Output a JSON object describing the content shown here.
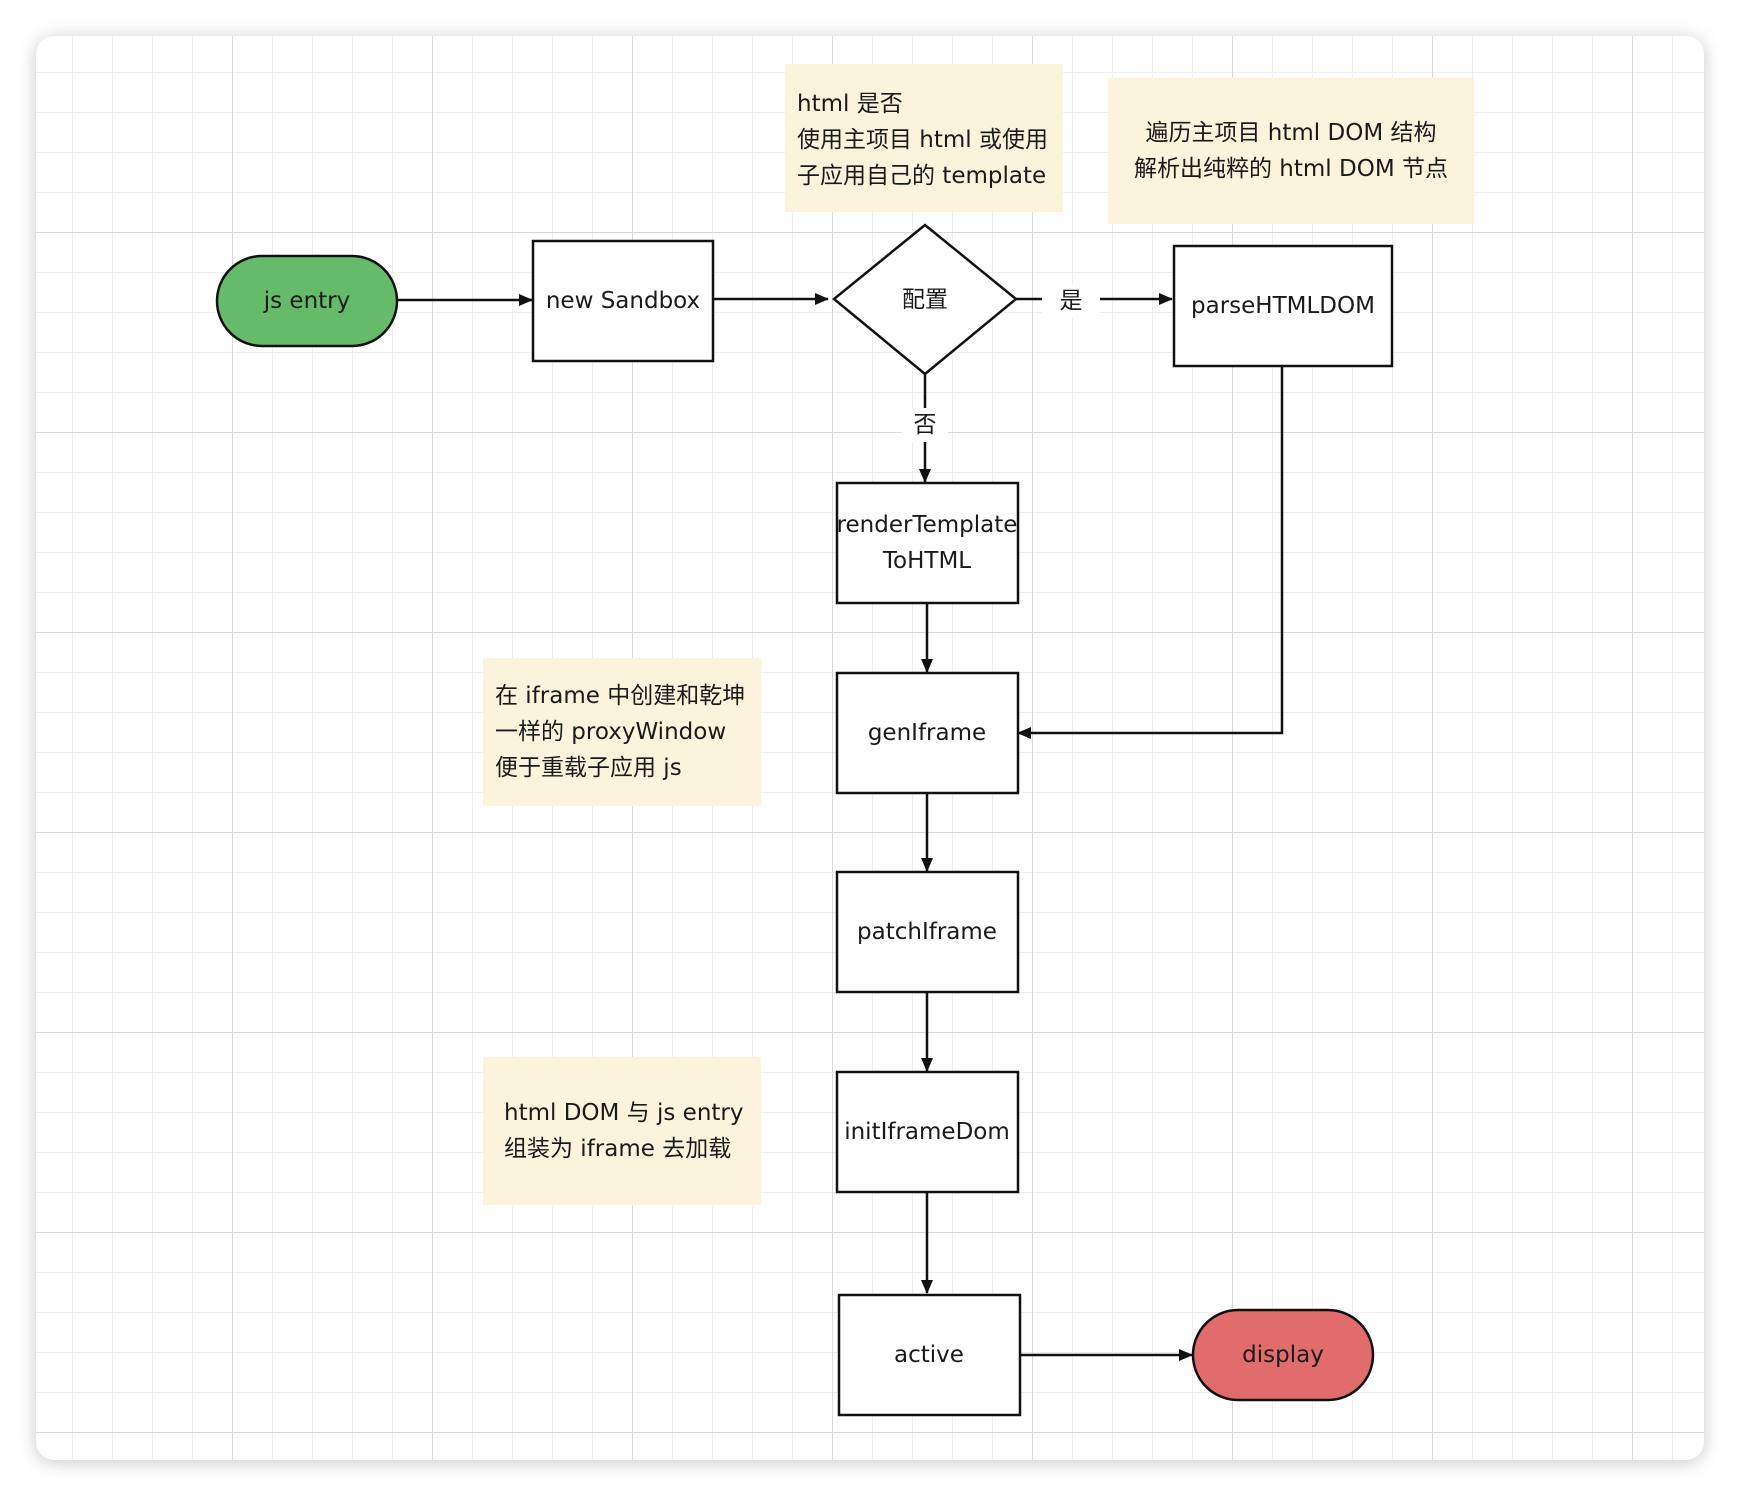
{
  "colors": {
    "start_fill": "#66bb6a",
    "end_fill": "#e06c6c",
    "note_fill": "#fbf3dc",
    "stroke": "#111111"
  },
  "nodes": {
    "js_entry": "js entry",
    "new_sandbox": "new Sandbox",
    "config_decision": "配置",
    "parse_html_dom": "parseHTMLDOM",
    "render_template_line1": "renderTemplate",
    "render_template_line2": "ToHTML",
    "gen_iframe": "genIframe",
    "patch_iframe": "patchIframe",
    "init_iframe_dom": "initIframeDom",
    "active": "active",
    "display": "display"
  },
  "edge_labels": {
    "yes": "是",
    "no": "否"
  },
  "notes": {
    "html_choice": [
      "html 是否",
      "使用主项目 html 或使用",
      "子应用自己的 template"
    ],
    "traverse_dom": [
      "遍历主项目 html DOM 结构",
      "解析出纯粹的 html DOM 节点"
    ],
    "proxy_window": [
      "在 iframe 中创建和乾坤",
      "一样的 proxyWindow",
      "便于重载子应用 js"
    ],
    "assemble": [
      "html DOM 与 js entry",
      "组装为 iframe 去加载"
    ]
  }
}
